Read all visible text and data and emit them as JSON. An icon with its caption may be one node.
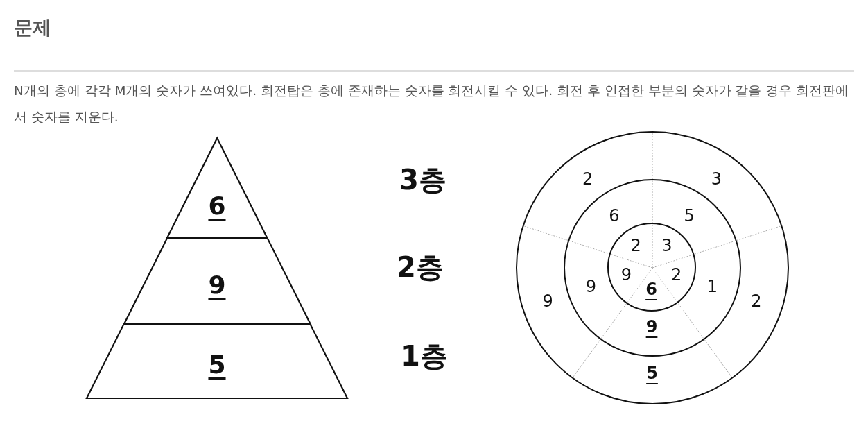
{
  "diagram": {
    "title": "문제",
    "nodes": [
      {
        "text": [
          "6"
        ]
      },
      {
        "text": [
          "9"
        ]
      },
      {
        "text": [
          "5"
        ]
      },
      {
        "text": [
          "2",
          "3",
          "2",
          "5",
          "9"
        ]
      },
      {
        "text": [
          "6",
          "5",
          "1",
          "9",
          "9"
        ],
        "in": 3
      },
      {
        "text": [
          "2",
          "3",
          "2",
          "6",
          "9"
        ],
        "in": 4
      }
    ],
    "labels": [
      "N개의 층에 각각 M개의 숫자가 쓰여있다. 회전탑은 층에 존재하는 숫자를 회전시킬 수 있다. 회전 후 인접한 부분의 숫자가 같을 경우 회전판에서 숫자를 지운다.",
      "3층",
      "2층",
      "1층"
    ]
  }
}
